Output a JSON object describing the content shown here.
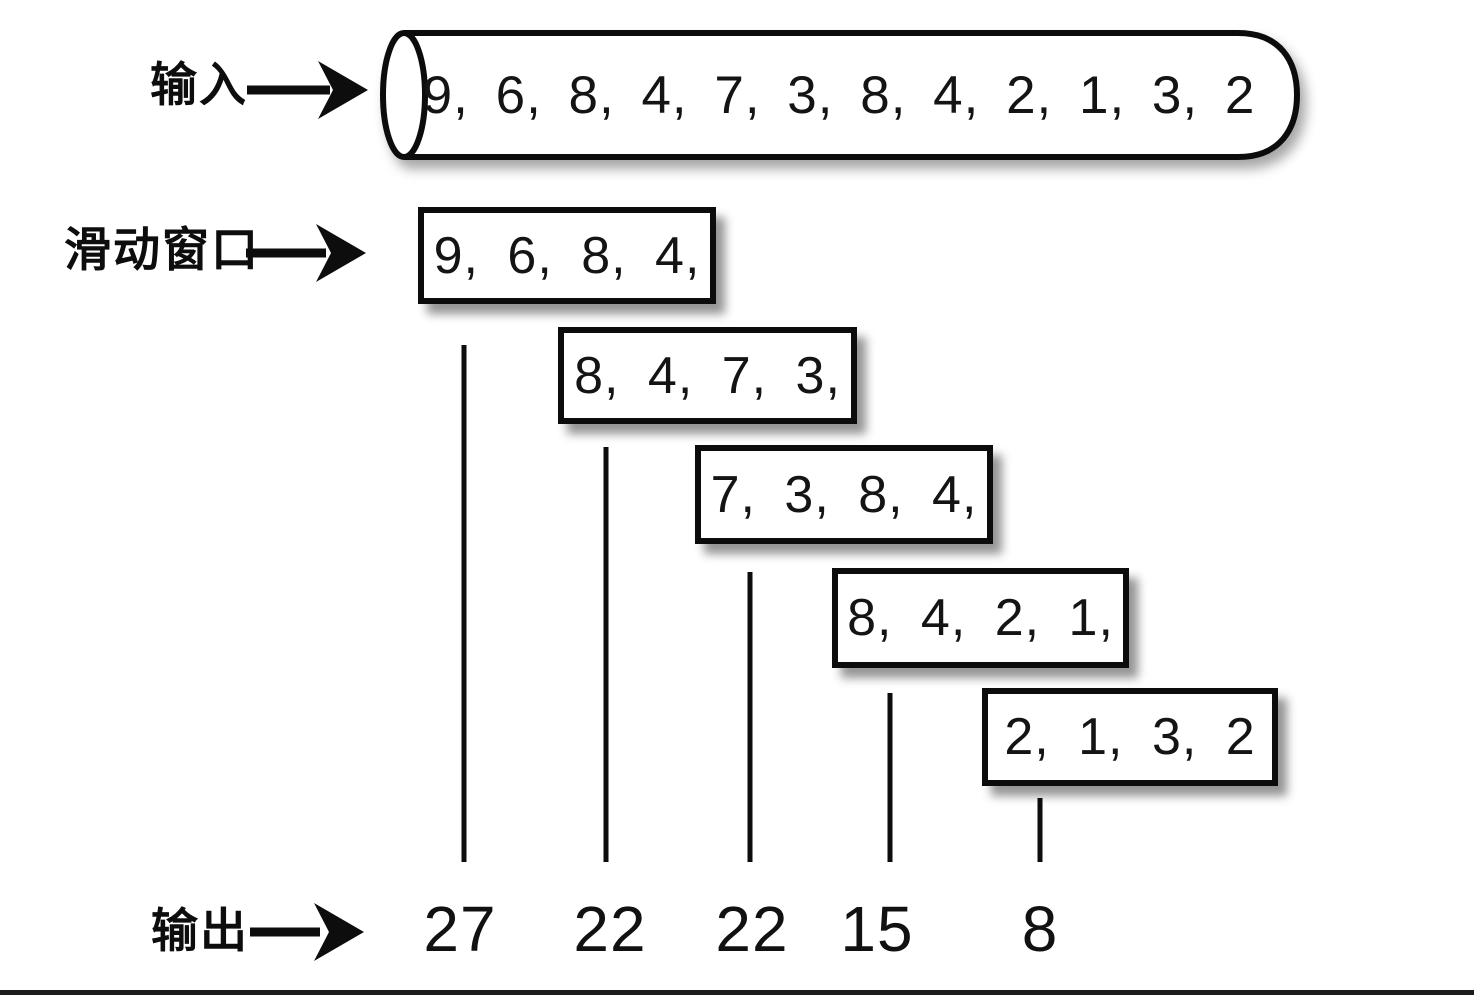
{
  "labels": {
    "input": "输入",
    "sliding_window": "滑动窗口",
    "output": "输出"
  },
  "input_stream": "9, 6, 8, 4, 7, 3, 8, 4, 2, 1, 3, 2",
  "windows": [
    "9, 6, 8, 4,",
    "8, 4, 7, 3,",
    "7, 3, 8, 4,",
    "8, 4, 2, 1,",
    "2, 1, 3, 2"
  ],
  "outputs": [
    "27",
    "22",
    "22",
    "15",
    "8"
  ],
  "colors": {
    "ink": "#0d0d0d",
    "background": "#ffffff"
  }
}
